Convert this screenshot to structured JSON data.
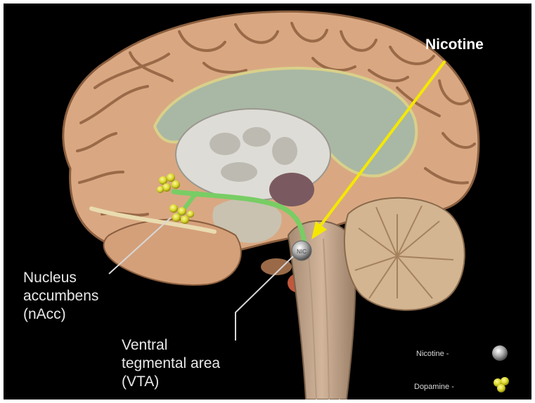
{
  "labels": {
    "nicotine_title": "Nicotine",
    "nucleus_accumbens": "Nucleus\naccumbens\n(nAcc)",
    "ventral_tegmental_area": "Ventral\ntegmental area\n(VTA)",
    "nic_ball": "NIC"
  },
  "legend": {
    "nicotine": "Nicotine -",
    "dopamine": "Dopamine -"
  },
  "colors": {
    "background": "#000000",
    "arrow": "#f5e800",
    "pathway": "#78cd64",
    "dopamine": "#e3e23a",
    "cortex": "#d9a882",
    "limbic": "#a9b8a4",
    "brainstem": "#c7a98e",
    "cerebellum": "#d3b592"
  }
}
